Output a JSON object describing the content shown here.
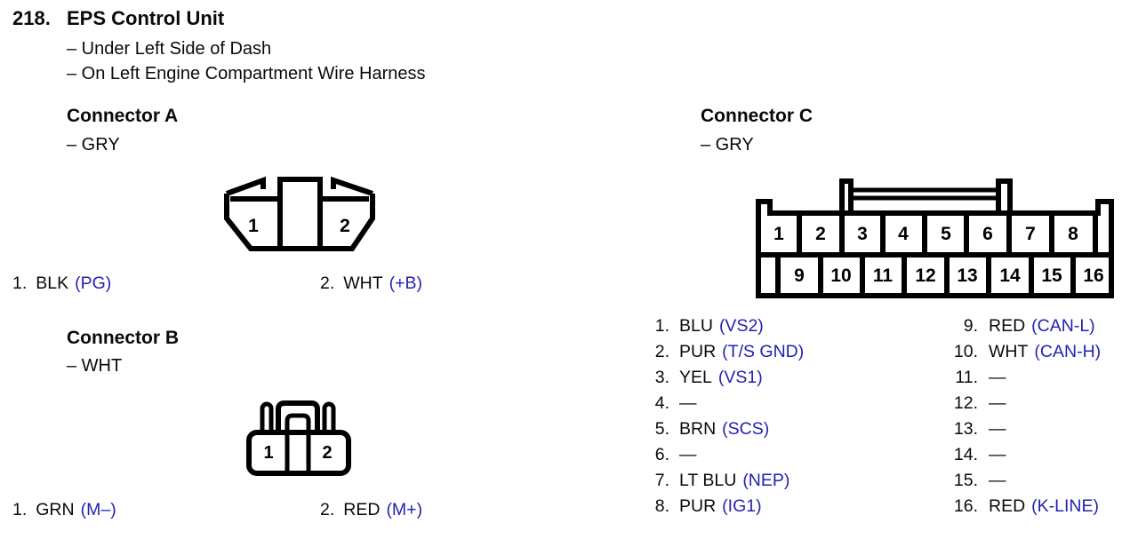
{
  "colors": {
    "accent_blue": "#2222b2",
    "ink": "#0a0a0a"
  },
  "page": {
    "number": "218.",
    "title": "EPS Control Unit",
    "locations": [
      "– Under Left Side of Dash",
      "– On Left Engine Compartment Wire Harness"
    ]
  },
  "connector_a": {
    "heading": "Connector A",
    "color_note": "– GRY",
    "cavity_numbers": [
      "1",
      "2"
    ],
    "pins": [
      {
        "num": "1.",
        "wire": "BLK",
        "signal": "(PG)"
      },
      {
        "num": "2.",
        "wire": "WHT",
        "signal": "(+B)"
      }
    ]
  },
  "connector_b": {
    "heading": "Connector B",
    "color_note": "– WHT",
    "cavity_numbers": [
      "1",
      "2"
    ],
    "pins": [
      {
        "num": "1.",
        "wire": "GRN",
        "signal": "(M–)"
      },
      {
        "num": "2.",
        "wire": "RED",
        "signal": "(M+)"
      }
    ]
  },
  "connector_c": {
    "heading": "Connector C",
    "color_note": "– GRY",
    "cavity_numbers_top": [
      "1",
      "2",
      "3",
      "4",
      "5",
      "6",
      "7",
      "8"
    ],
    "cavity_numbers_bottom": [
      "9",
      "10",
      "11",
      "12",
      "13",
      "14",
      "15",
      "16"
    ],
    "pins_left": [
      {
        "num": "1.",
        "wire": "BLU",
        "signal": "(VS2)"
      },
      {
        "num": "2.",
        "wire": "PUR",
        "signal": "(T/S GND)"
      },
      {
        "num": "3.",
        "wire": "YEL",
        "signal": "(VS1)"
      },
      {
        "num": "4.",
        "wire": "—",
        "signal": ""
      },
      {
        "num": "5.",
        "wire": "BRN",
        "signal": "(SCS)"
      },
      {
        "num": "6.",
        "wire": "—",
        "signal": ""
      },
      {
        "num": "7.",
        "wire": "LT BLU",
        "signal": "(NEP)"
      },
      {
        "num": "8.",
        "wire": "PUR",
        "signal": "(IG1)"
      }
    ],
    "pins_right": [
      {
        "num": "9.",
        "wire": "RED",
        "signal": "(CAN-L)"
      },
      {
        "num": "10.",
        "wire": "WHT",
        "signal": "(CAN-H)"
      },
      {
        "num": "11.",
        "wire": "—",
        "signal": ""
      },
      {
        "num": "12.",
        "wire": "—",
        "signal": ""
      },
      {
        "num": "13.",
        "wire": "—",
        "signal": ""
      },
      {
        "num": "14.",
        "wire": "—",
        "signal": ""
      },
      {
        "num": "15.",
        "wire": "—",
        "signal": ""
      },
      {
        "num": "16.",
        "wire": "RED",
        "signal": "(K-LINE)"
      }
    ]
  }
}
